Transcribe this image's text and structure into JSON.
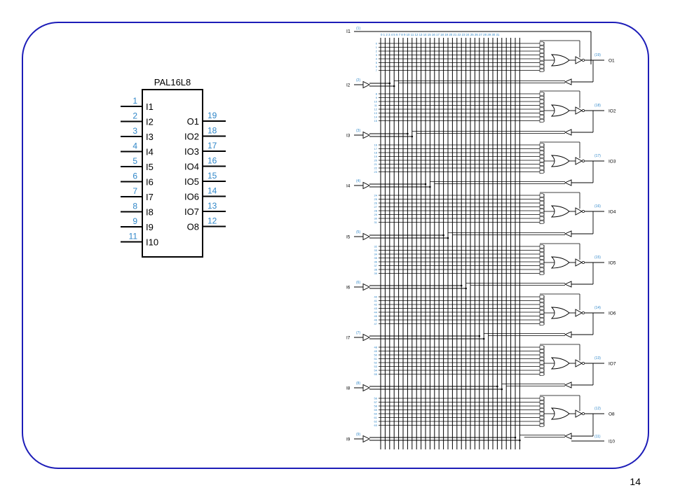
{
  "page_number": "14",
  "colors": {
    "frame": "#1d1db8",
    "pin_number": "#2f86c8",
    "line": "#000000"
  },
  "chip": {
    "name": "PAL16L8",
    "left_pins": [
      {
        "num": "1",
        "label": "I1"
      },
      {
        "num": "2",
        "label": "I2"
      },
      {
        "num": "3",
        "label": "I3"
      },
      {
        "num": "4",
        "label": "I4"
      },
      {
        "num": "5",
        "label": "I5"
      },
      {
        "num": "6",
        "label": "I6"
      },
      {
        "num": "7",
        "label": "I7"
      },
      {
        "num": "8",
        "label": "I8"
      },
      {
        "num": "9",
        "label": "I9"
      },
      {
        "num": "11",
        "label": "I10"
      }
    ],
    "right_pins": [
      {
        "num": "19",
        "label": "O1"
      },
      {
        "num": "18",
        "label": "IO2"
      },
      {
        "num": "17",
        "label": "IO3"
      },
      {
        "num": "16",
        "label": "IO4"
      },
      {
        "num": "15",
        "label": "IO5"
      },
      {
        "num": "14",
        "label": "IO6"
      },
      {
        "num": "13",
        "label": "IO7"
      },
      {
        "num": "12",
        "label": "O8"
      }
    ]
  },
  "logic": {
    "top_input": {
      "label": "I1",
      "pin": "(1)"
    },
    "column_numbers": "0 1 2 3   4 5 6 7   8 9 10 11  12 13 14 15  16 17 18 19  20 21 22 23  24 25 26 27  28 29 30 31",
    "inputs": [
      {
        "label": "I2",
        "pin": "(2)"
      },
      {
        "label": "I3",
        "pin": "(3)"
      },
      {
        "label": "I4",
        "pin": "(4)"
      },
      {
        "label": "I5",
        "pin": "(5)"
      },
      {
        "label": "I6",
        "pin": "(6)"
      },
      {
        "label": "I7",
        "pin": "(7)"
      },
      {
        "label": "I8",
        "pin": "(8)"
      },
      {
        "label": "I9",
        "pin": "(9)"
      }
    ],
    "outputs": [
      {
        "label": "O1",
        "pin": "(19)"
      },
      {
        "label": "IO2",
        "pin": "(18)"
      },
      {
        "label": "IO3",
        "pin": "(17)"
      },
      {
        "label": "IO4",
        "pin": "(16)"
      },
      {
        "label": "IO5",
        "pin": "(15)"
      },
      {
        "label": "IO6",
        "pin": "(14)"
      },
      {
        "label": "IO7",
        "pin": "(13)"
      },
      {
        "label": "O8",
        "pin": "(12)"
      }
    ],
    "bottom_input": {
      "label": "I10",
      "pin": "(11)"
    },
    "product_term_labels": [
      [
        "0",
        "1",
        "2",
        "3",
        "4",
        "5",
        "6",
        "7"
      ],
      [
        "8",
        "9",
        "10",
        "11",
        "12",
        "13",
        "14",
        "15"
      ],
      [
        "16",
        "17",
        "18",
        "19",
        "20",
        "21",
        "22",
        "23"
      ],
      [
        "24",
        "25",
        "26",
        "27",
        "28",
        "29",
        "30",
        "31"
      ],
      [
        "32",
        "33",
        "34",
        "35",
        "36",
        "37",
        "38",
        "39"
      ],
      [
        "40",
        "41",
        "42",
        "43",
        "44",
        "45",
        "46",
        "47"
      ],
      [
        "48",
        "49",
        "50",
        "51",
        "52",
        "53",
        "54",
        "55"
      ],
      [
        "56",
        "57",
        "58",
        "59",
        "60",
        "61",
        "62",
        "63"
      ]
    ]
  }
}
